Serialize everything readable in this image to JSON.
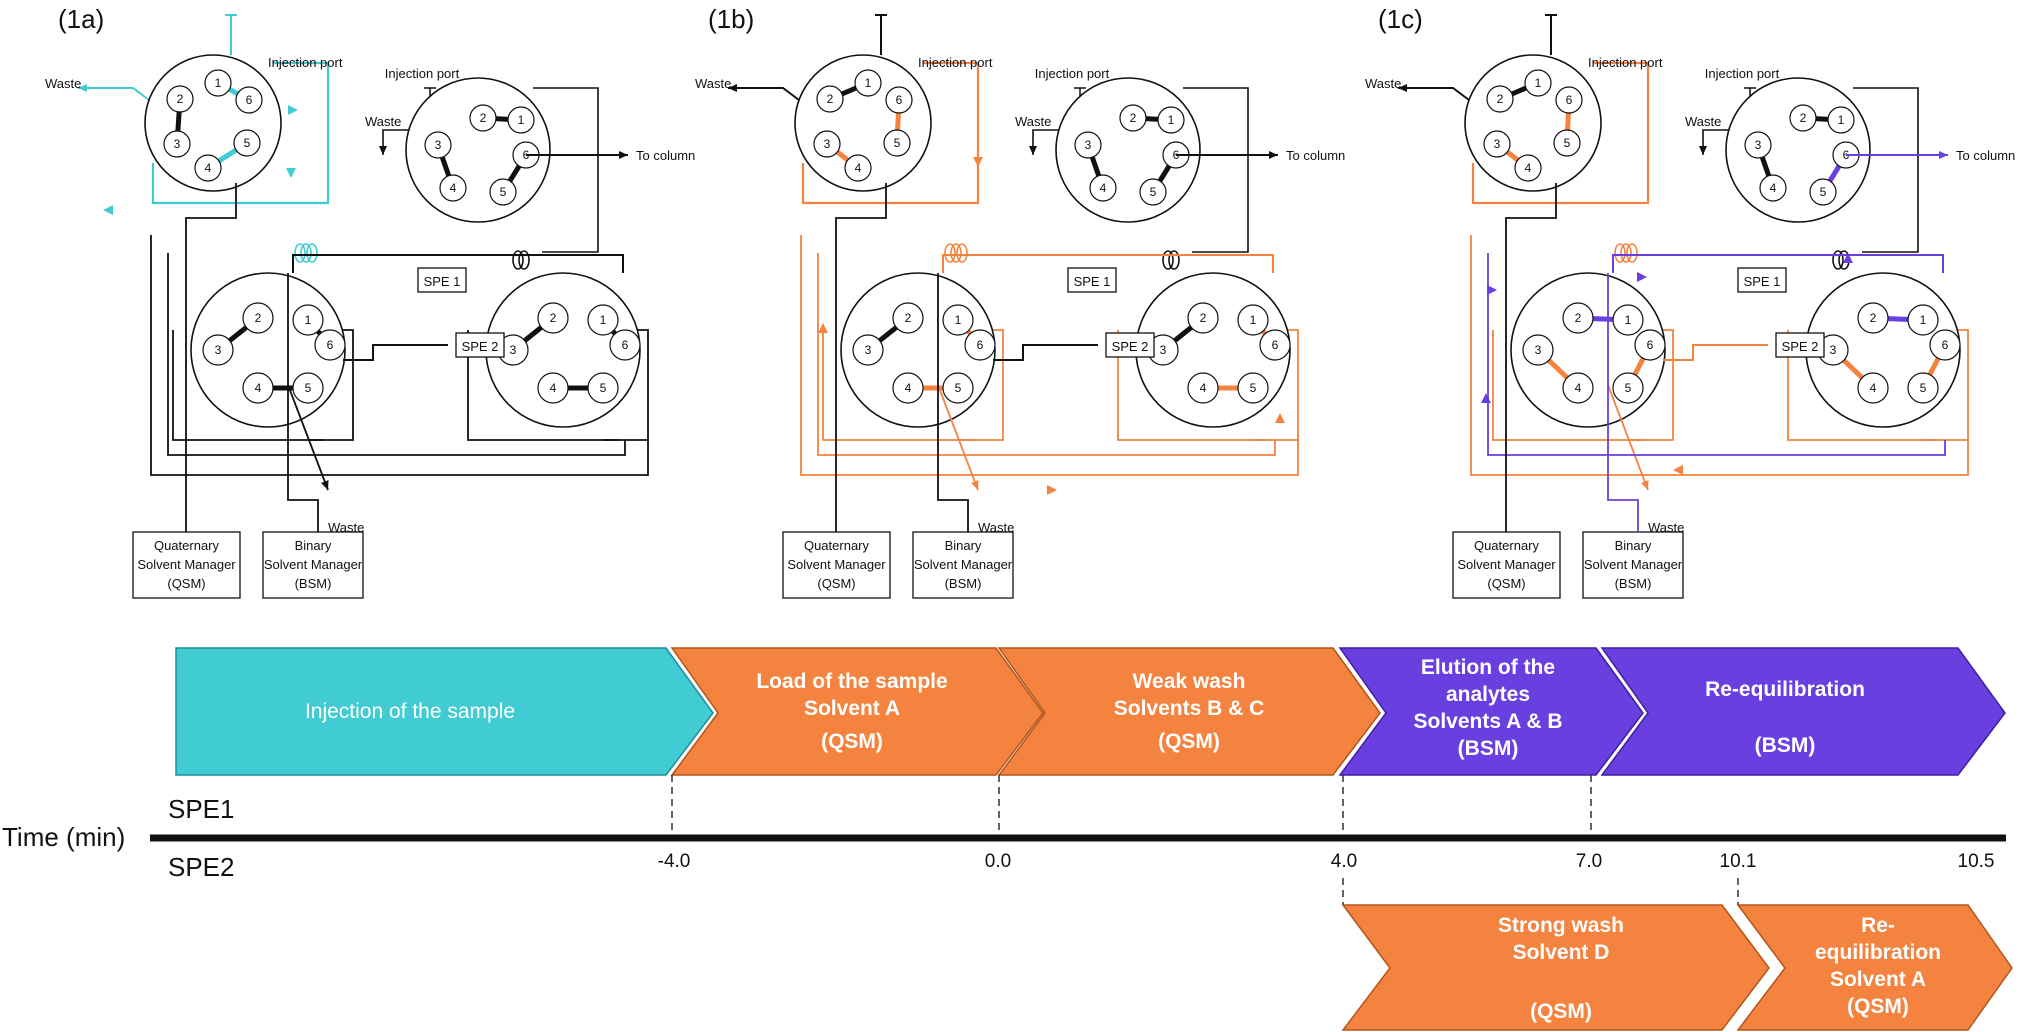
{
  "colors": {
    "cyan": "#41cbd3",
    "orange": "#f4833f",
    "purple": "#6a3fe0",
    "black": "#111111"
  },
  "panels": [
    {
      "label": "(1a)"
    },
    {
      "label": "(1b)"
    },
    {
      "label": "(1c)"
    }
  ],
  "diagram_labels": {
    "injection_port": "Injection port",
    "waste": "Waste",
    "to_column": "To column",
    "spe1": "SPE 1",
    "spe2": "SPE 2",
    "qsm_line1": "Quaternary",
    "qsm_line2": "Solvent Manager",
    "qsm_line3": "(QSM)",
    "bsm_line1": "Binary",
    "bsm_line2": "Solvent Manager",
    "bsm_line3": "(BSM)"
  },
  "valve_ports": [
    "1",
    "2",
    "3",
    "4",
    "5",
    "6"
  ],
  "timeline": {
    "axis_label": "Time (min)",
    "row1_label": "SPE1",
    "row2_label": "SPE2",
    "ticks": [
      "-4.0",
      "0.0",
      "4.0",
      "7.0",
      "10.1",
      "10.5"
    ],
    "spe1_phases": [
      {
        "lines": [
          "Injection of the sample"
        ],
        "color": "cyan"
      },
      {
        "lines": [
          "Load of the sample",
          "Solvent A",
          "(QSM)"
        ],
        "color": "orange"
      },
      {
        "lines": [
          "Weak wash",
          "Solvents B & C",
          "(QSM)"
        ],
        "color": "orange"
      },
      {
        "lines": [
          "Elution of the",
          "analytes",
          "Solvents A & B",
          "(BSM)"
        ],
        "color": "purple"
      },
      {
        "lines": [
          "Re-equilibration",
          "",
          "(BSM)"
        ],
        "color": "purple"
      }
    ],
    "spe2_phases": [
      {
        "lines": [
          "Strong wash",
          "Solvent D",
          "",
          "(QSM)"
        ],
        "color": "orange"
      },
      {
        "lines": [
          "Re-",
          "equilibration",
          "Solvent A",
          "(QSM)"
        ],
        "color": "orange"
      }
    ]
  }
}
